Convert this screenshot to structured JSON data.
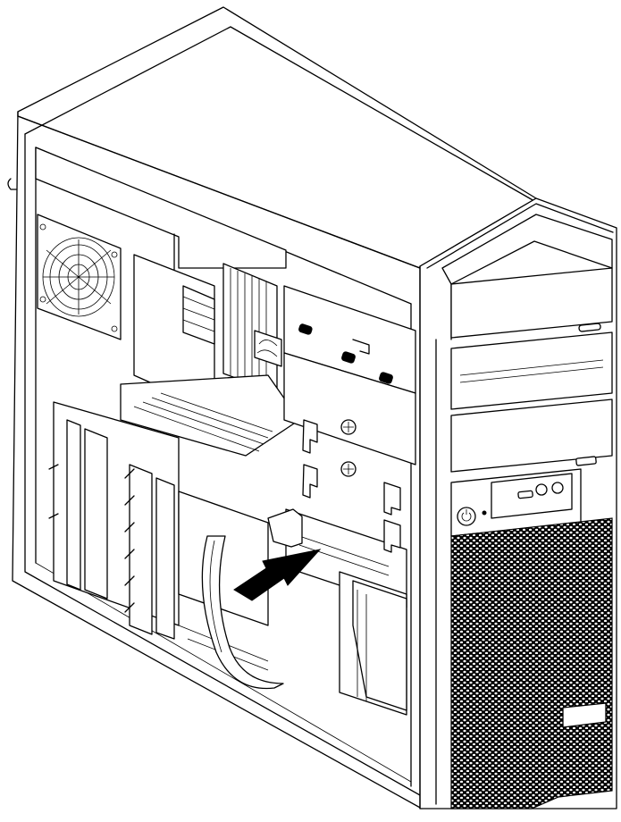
{
  "figure": {
    "subject": "computer-tower-open-side",
    "colors": {
      "line": "#000000",
      "background": "#ffffff",
      "mesh": "#000000",
      "arrow": "#000000"
    },
    "callouts": [
      {
        "type": "arrow",
        "direction": "toward-rear-of-chassis",
        "points_to": "drive-bay-latch"
      }
    ],
    "icons": [
      "fan-icon",
      "power-button-icon",
      "usb-port-icon",
      "headphone-jack-icon",
      "microphone-jack-icon"
    ]
  }
}
